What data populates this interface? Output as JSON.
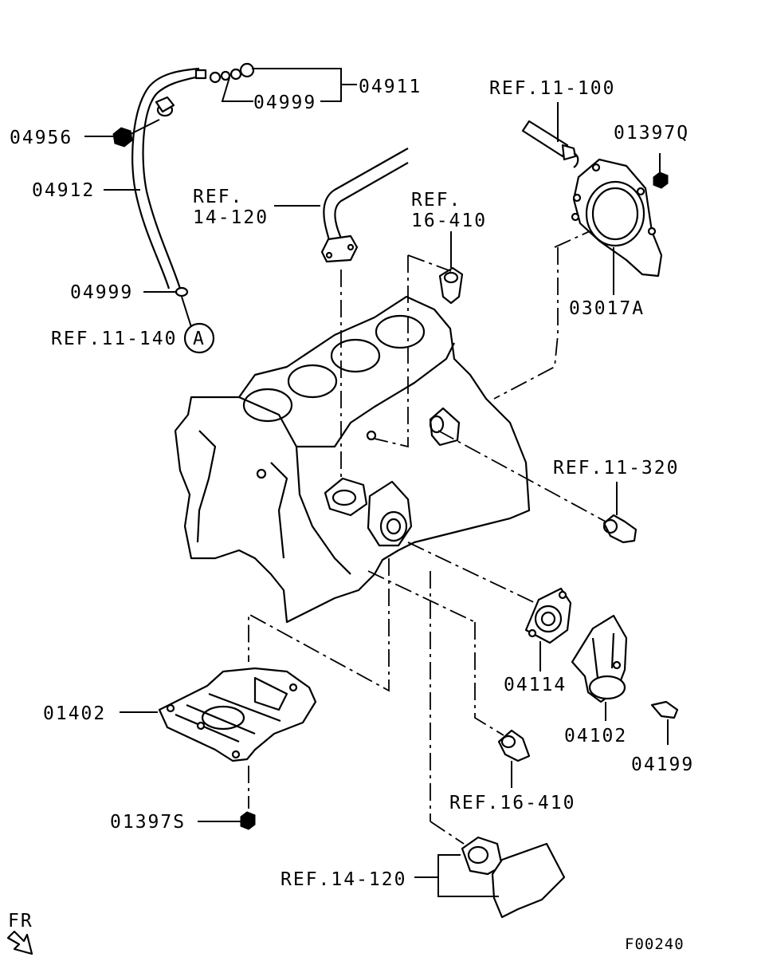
{
  "diagram_code": "F00240",
  "direction": {
    "label": "FR",
    "icon": "front-direction-arrow-icon"
  },
  "labels": {
    "p04911": "04911",
    "p04999_top": "04999",
    "p04956": "04956",
    "p04912": "04912",
    "p04999_bottom": "04999",
    "ref_11_140": "REF.11-140",
    "ref_11_140_marker": "A",
    "ref_14_120_top_line1": "REF.",
    "ref_14_120_top_line2": "14-120",
    "ref_16_410_top_line1": "REF.",
    "ref_16_410_top_line2": "16-410",
    "ref_11_100": "REF.11-100",
    "p01397Q": "01397Q",
    "p03017A": "03017A",
    "ref_11_320": "REF.11-320",
    "p04114": "04114",
    "p04102": "04102",
    "p04199": "04199",
    "ref_16_410_bottom": "REF.16-410",
    "p01402": "01402",
    "p01397S": "01397S",
    "ref_14_120_bottom": "REF.14-120"
  }
}
